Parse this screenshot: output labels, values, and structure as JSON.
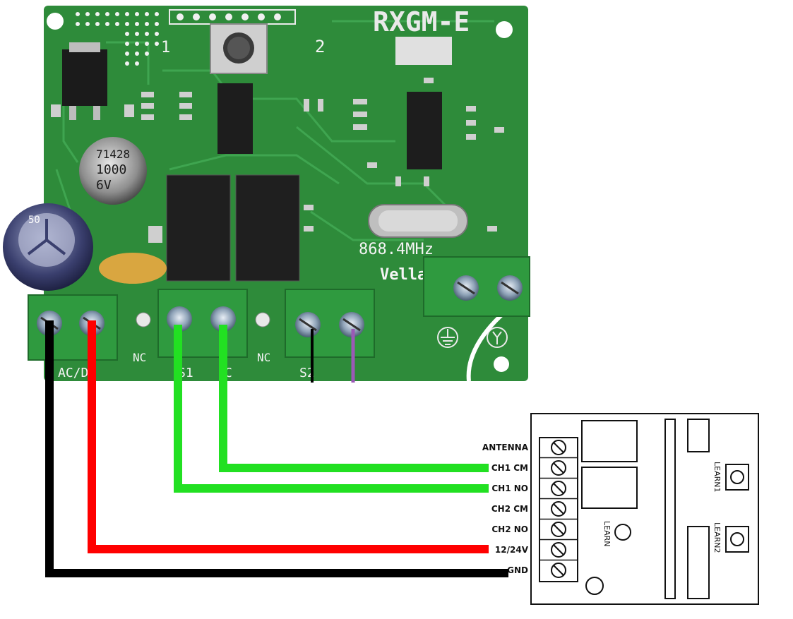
{
  "pcb": {
    "model": "RXGM-E",
    "frequency": "868.4MHz",
    "brand": "Vella",
    "cap_small": [
      "71428",
      "1000",
      "6V"
    ],
    "cap_large": "50",
    "silk_nc_left": "NC",
    "silk_nc_right": "NC",
    "silk_s1": "S1",
    "silk_s2": "S2",
    "silk_power": "AC/DC",
    "silk_c": "C",
    "silk_one": "1",
    "silk_two": "2"
  },
  "receiver": {
    "terminals": [
      "ANTENNA",
      "CH1 CM",
      "CH1 NO",
      "CH2 CM",
      "CH2 NO",
      "12/24V",
      "GND"
    ],
    "learn_main": "LEARN",
    "learn1": "LEARN1",
    "learn2": "LEARN2"
  },
  "colors": {
    "pcb": "#2e8b3a",
    "terminal_block": "#2f9a3f",
    "wire_ch1": "#22e022",
    "wire_power": "#ff0000",
    "wire_gnd": "#000000",
    "wire_s2_purple": "#9b59b6"
  }
}
